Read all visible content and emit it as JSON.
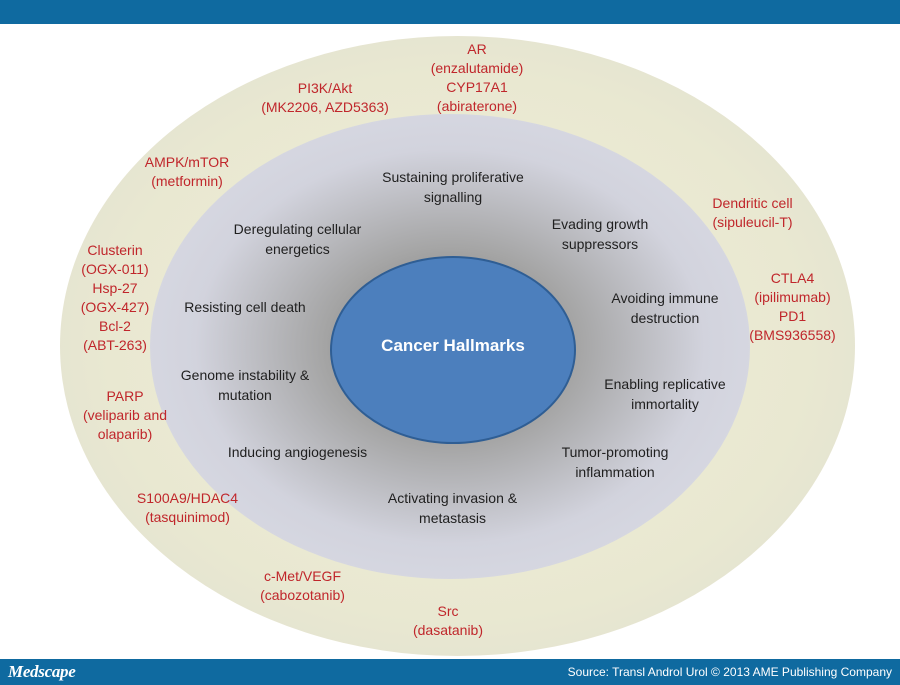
{
  "diagram": {
    "center_label": "Cancer Hallmarks",
    "hallmarks": [
      "Sustaining proliferative\nsignalling",
      "Evading growth\nsuppressors",
      "Avoiding immune\ndestruction",
      "Enabling replicative\nimmortality",
      "Tumor-promoting\ninflammation",
      "Activating invasion &\nmetastasis",
      "Inducing angiogenesis",
      "Genome instability &\nmutation",
      "Resisting cell death",
      "Deregulating cellular\nenergetics"
    ],
    "targets": [
      "AR\n(enzalutamide)\nCYP17A1\n(abiraterone)",
      "PI3K/Akt\n(MK2206, AZD5363)",
      "AMPK/mTOR\n(metformin)",
      "Clusterin\n(OGX-011)\nHsp-27\n(OGX-427)\nBcl-2\n(ABT-263)",
      "PARP\n(veliparib and\nolaparib)",
      "S100A9/HDAC4\n(tasquinimod)",
      "c-Met/VEGF\n(cabozotanib)",
      "Src\n(dasatanib)",
      "Dendritic cell\n(sipuleucil-T)",
      "CTLA4\n(ipilimumab)\nPD1\n(BMS936558)"
    ],
    "colors": {
      "core": "#4c7fbd",
      "target_text": "#c0262b",
      "banner": "#0f6aa0"
    }
  },
  "footer": {
    "logo": "Medscape",
    "source": "Source: Transl Androl Urol © 2013 AME Publishing Company"
  }
}
